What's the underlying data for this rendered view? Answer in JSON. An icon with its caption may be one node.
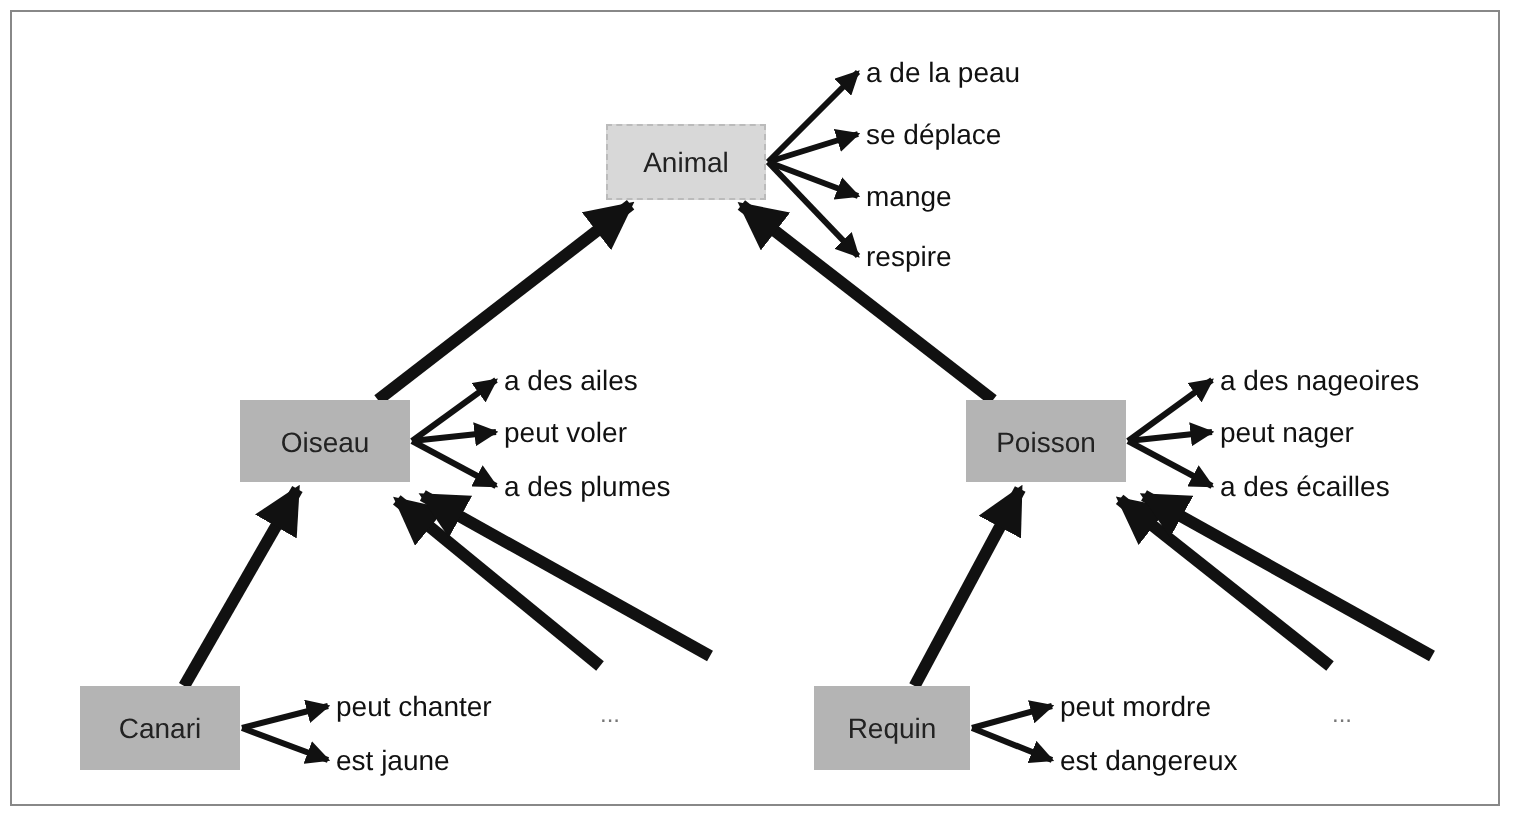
{
  "diagram": {
    "nodes": [
      {
        "text": [
          "Animal"
        ]
      },
      {
        "text": [
          "a de la peau"
        ]
      },
      {
        "text": [
          "se déplace"
        ]
      },
      {
        "text": [
          "mange"
        ]
      },
      {
        "text": [
          "respire"
        ]
      },
      {
        "text": [
          "Oiseau"
        ]
      },
      {
        "text": [
          "a des ailes"
        ]
      },
      {
        "text": [
          "peut voler"
        ]
      },
      {
        "text": [
          "a des plumes"
        ]
      },
      {
        "text": [
          "Poisson"
        ]
      },
      {
        "text": [
          "a des nageoires"
        ]
      },
      {
        "text": [
          "peut nager"
        ]
      },
      {
        "text": [
          "a des écailles"
        ]
      },
      {
        "text": [
          "Canari"
        ]
      },
      {
        "text": [
          "peut chanter"
        ]
      },
      {
        "text": [
          "est jaune"
        ]
      },
      {
        "text": [
          "Requin"
        ]
      },
      {
        "text": [
          "peut mordre"
        ]
      },
      {
        "text": [
          "est dangereux"
        ]
      }
    ],
    "edges": [
      {
        "from": 0,
        "to": 1,
        "arrow": "to"
      },
      {
        "from": 0,
        "to": 2,
        "arrow": "to"
      },
      {
        "from": 0,
        "to": 3,
        "arrow": "to"
      },
      {
        "from": 0,
        "to": 4,
        "arrow": "to"
      },
      {
        "from": 5,
        "to": 0,
        "arrow": "to",
        "style": "thick"
      },
      {
        "from": 9,
        "to": 0,
        "arrow": "to",
        "style": "thick"
      },
      {
        "from": 5,
        "to": 6,
        "arrow": "to"
      },
      {
        "from": 5,
        "to": 7,
        "arrow": "to"
      },
      {
        "from": 5,
        "to": 8,
        "arrow": "to"
      },
      {
        "from": 9,
        "to": 10,
        "arrow": "to"
      },
      {
        "from": 9,
        "to": 11,
        "arrow": "to"
      },
      {
        "from": 9,
        "to": 12,
        "arrow": "to"
      },
      {
        "from": 13,
        "to": 5,
        "arrow": "to",
        "style": "thick"
      },
      {
        "from": null,
        "to": 5,
        "arrow": "to",
        "style": "thick"
      },
      {
        "from": null,
        "to": 5,
        "arrow": "to",
        "style": "thick"
      },
      {
        "from": 16,
        "to": 9,
        "arrow": "to",
        "style": "thick"
      },
      {
        "from": null,
        "to": 9,
        "arrow": "to",
        "style": "thick"
      },
      {
        "from": null,
        "to": 9,
        "arrow": "to",
        "style": "thick"
      },
      {
        "from": 13,
        "to": 14,
        "arrow": "to"
      },
      {
        "from": 13,
        "to": 15,
        "arrow": "to"
      },
      {
        "from": 16,
        "to": 17,
        "arrow": "to"
      },
      {
        "from": 16,
        "to": 18,
        "arrow": "to"
      }
    ],
    "labels": [
      "...",
      "..."
    ]
  }
}
